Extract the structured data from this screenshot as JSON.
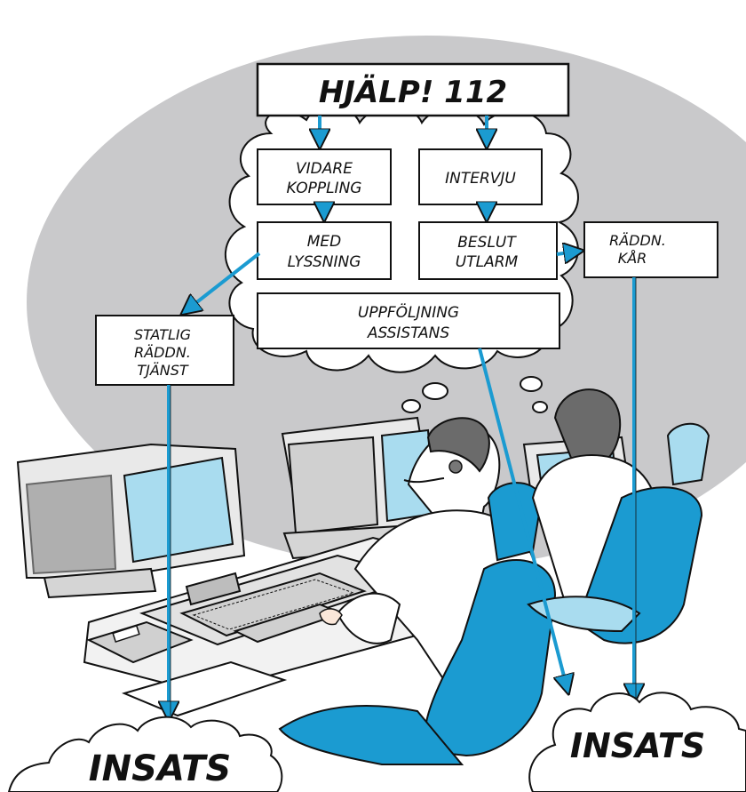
{
  "colors": {
    "background": "#ffffff",
    "oval": "#c9c9cb",
    "cloud": "#ffffff",
    "ink": "#111111",
    "accent_blue": "#1b9bd1",
    "screen_blue": "#a9dcef",
    "monitor_body": "#e9e9e9",
    "monitor_side": "#8a8a8a"
  },
  "diagram": {
    "title": "HJÄLP! 112",
    "boxes": {
      "vidare_line1": "VIDARE",
      "vidare_line2": "KOPPLING",
      "intervju": "INTERVJU",
      "med_line1": "MED",
      "med_line2": "LYSSNING",
      "beslut_line1": "BESLUT",
      "beslut_line2": "UTLARM",
      "uppf_line1": "UPPFÖLJNING",
      "uppf_line2": "ASSISTANS",
      "statlig_line1": "STATLIG",
      "statlig_line2": "RÄDDN.",
      "statlig_line3": "TJÄNST",
      "raddn_line1": "RÄDDN.",
      "raddn_line2": "KÅR"
    },
    "insats_left": "INSATS",
    "insats_right": "INSATS"
  },
  "icons": {
    "operator_primary": "operator-with-headset-icon",
    "operator_secondary": "operator-back-view-icon",
    "monitor": "crt-monitor-icon",
    "keyboard": "keyboard-icon",
    "chair": "office-chair-icon",
    "phone": "desk-phone-icon"
  }
}
